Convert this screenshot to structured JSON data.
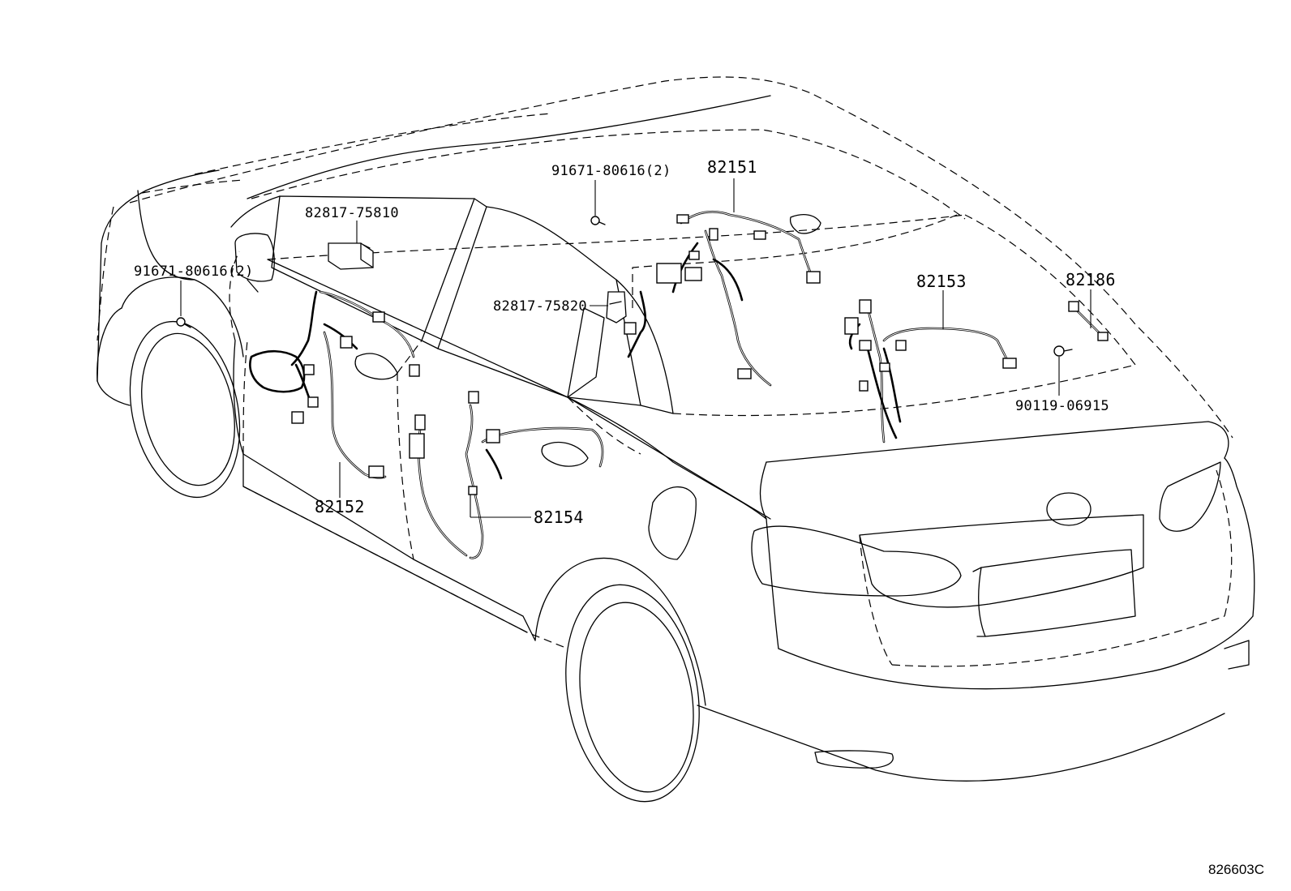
{
  "figure_number": "826603C",
  "callouts": {
    "clip_front_door": "91671-80616(2)",
    "clip_roof": "91671-80616(2)",
    "protector_front": "82817-75810",
    "protector_rear": "82817-75820",
    "harness_roof": "82151",
    "harness_front_door": "82152",
    "harness_floor": "82153",
    "harness_rear_door": "82154",
    "harness_trunk": "82186",
    "screw_trunk": "90119-06915"
  }
}
